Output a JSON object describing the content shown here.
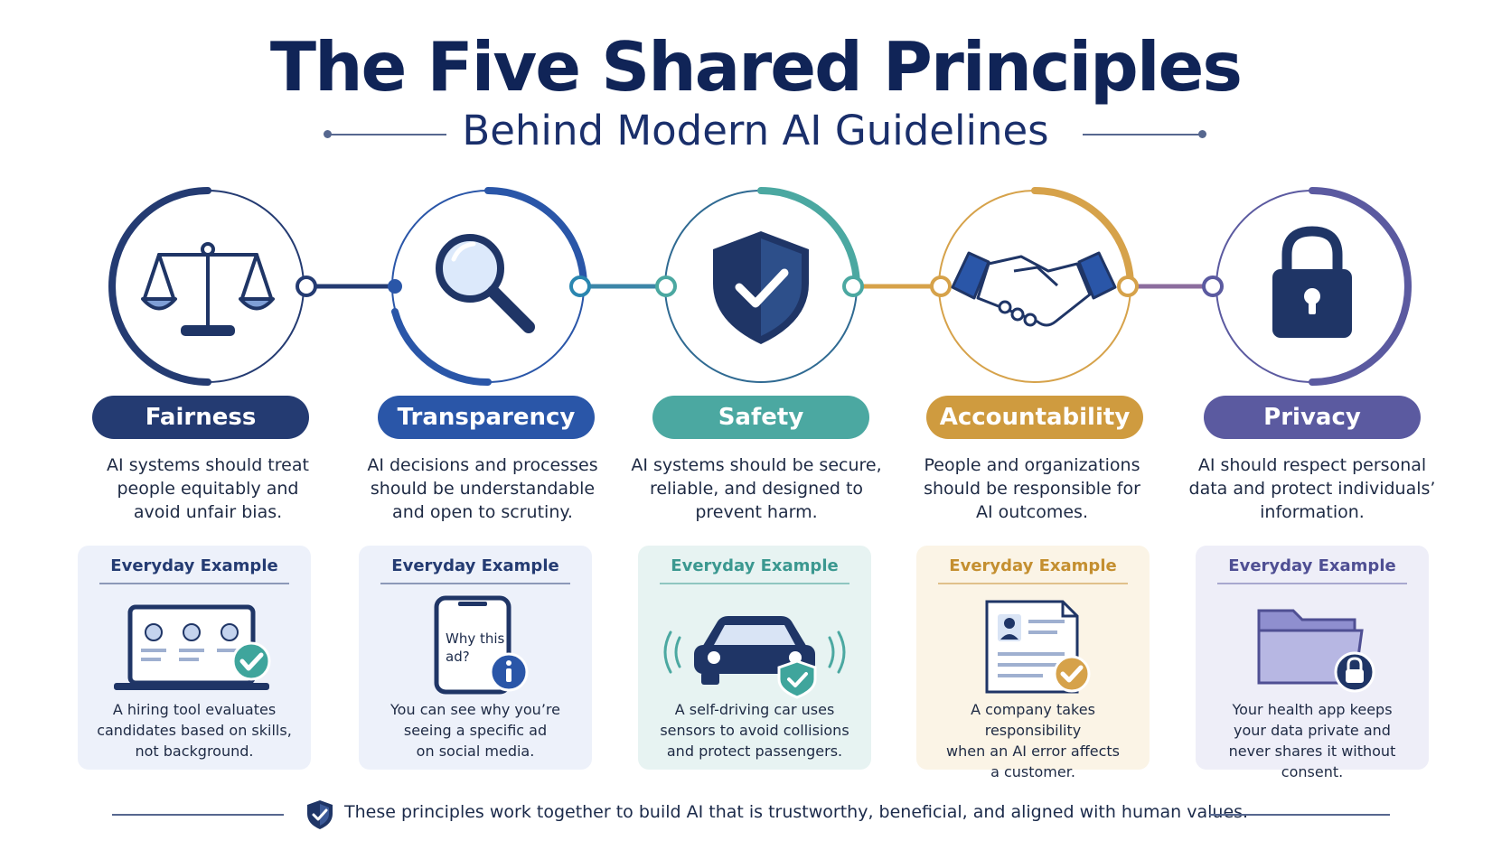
{
  "header": {
    "title": "The Five Shared Principles",
    "subtitle": "Behind Modern AI Guidelines"
  },
  "colors": {
    "navy": "#1f3b73",
    "blue": "#2f5fb0",
    "teal": "#4aa7a0",
    "gold": "#d6a24a",
    "purple": "#5a5a9e"
  },
  "principles": [
    {
      "name": "Fairness",
      "icon": "scales-icon",
      "color": "#243b72",
      "description": [
        "AI systems should treat",
        "people equitably and",
        "avoid unfair bias."
      ],
      "example_heading": "Everyday Example",
      "example_icon": "laptop-candidates-icon",
      "example_text": [
        "A hiring tool evaluates",
        "candidates based on skills,",
        "not background."
      ]
    },
    {
      "name": "Transparency",
      "icon": "magnifier-icon",
      "color": "#2a56a8",
      "description": [
        "AI decisions and processes",
        "should be understandable",
        "and open to scrutiny."
      ],
      "example_heading": "Everyday Example",
      "example_icon": "phone-info-icon",
      "phone_text": [
        "Why this",
        "ad?"
      ],
      "example_text": [
        "You can see why you’re",
        "seeing a specific ad",
        "on social media."
      ]
    },
    {
      "name": "Safety",
      "icon": "shield-check-icon",
      "color": "#4ba8a1",
      "description": [
        "AI systems should be secure,",
        "reliable, and designed to",
        "prevent harm."
      ],
      "example_heading": "Everyday Example",
      "example_icon": "car-sensors-icon",
      "example_text": [
        "A self-driving car uses",
        "sensors to avoid collisions",
        "and protect passengers."
      ]
    },
    {
      "name": "Accountability",
      "icon": "handshake-icon",
      "color": "#cf9b3f",
      "description": [
        "People and organizations",
        "should be responsible for",
        "AI outcomes."
      ],
      "example_heading": "Everyday Example",
      "example_icon": "document-check-icon",
      "example_text": [
        "A company takes responsibility",
        "when an AI error affects",
        "a customer."
      ]
    },
    {
      "name": "Privacy",
      "icon": "padlock-icon",
      "color": "#5b5aa0",
      "description": [
        "AI should respect personal",
        "data and protect individuals’",
        "information."
      ],
      "example_heading": "Everyday Example",
      "example_icon": "folder-lock-icon",
      "example_text": [
        "Your health app keeps",
        "your data private and",
        "never shares it without consent."
      ]
    }
  ],
  "footer": {
    "icon": "shield-check-icon",
    "text": "These principles work together to build AI that is trustworthy, beneficial, and aligned with human values."
  }
}
